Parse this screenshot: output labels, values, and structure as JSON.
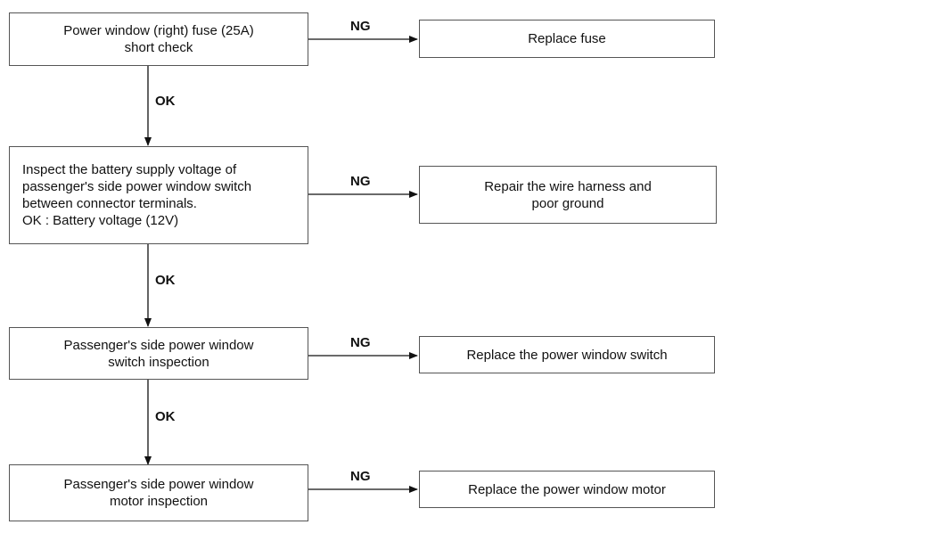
{
  "steps": [
    {
      "text": "Power window (right) fuse (25A)\nshort check",
      "ng": "NG",
      "ok": "OK",
      "action": "Replace fuse"
    },
    {
      "text": "Inspect the battery supply voltage of\npassenger's side power window switch\nbetween connector terminals.\nOK : Battery voltage (12V)",
      "ng": "NG",
      "ok": "OK",
      "action": "Repair the wire harness and\npoor ground"
    },
    {
      "text": "Passenger's side power window\nswitch inspection",
      "ng": "NG",
      "ok": "OK",
      "action": "Replace the power window switch"
    },
    {
      "text": "Passenger's side power window\nmotor inspection",
      "ng": "NG",
      "action": "Replace the power window motor"
    }
  ]
}
